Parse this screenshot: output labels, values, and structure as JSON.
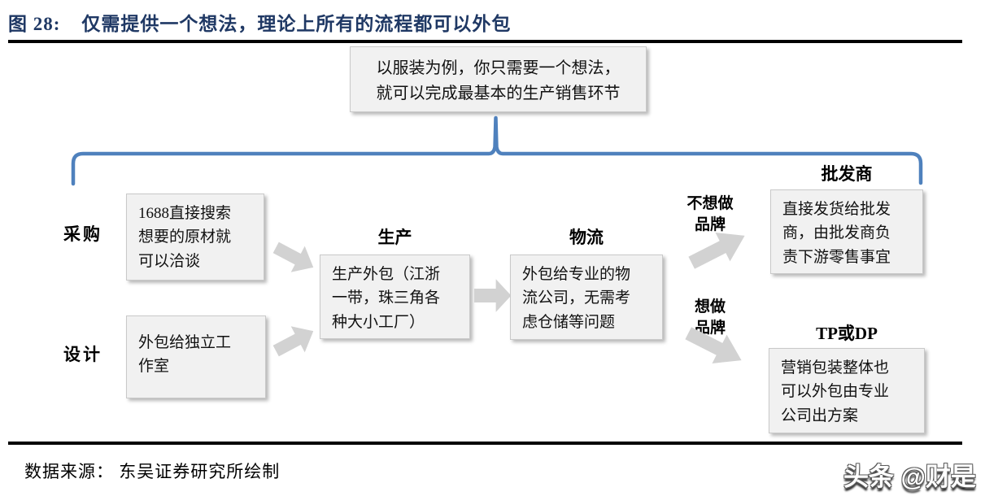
{
  "title": {
    "figure_label": "图 28:",
    "text": "仅需提供一个想法，理论上所有的流程都可以外包"
  },
  "intro_box": {
    "text": "以服装为例，你只需要一个想法，\n就可以完成最基本的生产销售环节"
  },
  "row_labels": {
    "procurement": "采购",
    "design": "设计"
  },
  "headers": {
    "production": "生产",
    "logistics": "物流",
    "wholesaler": "批发商",
    "tp": "TP或DP"
  },
  "boxes": {
    "procurement": "1688直接搜索\n想要的原材就\n可以洽谈",
    "design": "外包给独立工\n作室",
    "production": "生产外包（江浙\n一带，珠三角各\n种大小工厂）",
    "logistics": "外包给专业的物\n流公司，无需考\n虑仓储等问题",
    "wholesaler": "直接发货给批发\n商，由批发商负\n责下游零售事宜",
    "tp": "营销包装整体也\n可以外包由专业\n公司出方案"
  },
  "branches": {
    "no_brand": "不想做\n品牌",
    "brand": "想做\n品牌"
  },
  "footer": {
    "source": "数据来源： 东吴证券研究所绘制",
    "watermark": "头条 @财是"
  },
  "colors": {
    "title": "#1F3864",
    "brace": "#4F81BD",
    "box_fill": "#F1F1F1",
    "box_border": "#C9C9C9",
    "arrow": "#D2D2D2",
    "rule": "#000000",
    "watermark_fill": "#FFFFFF"
  }
}
